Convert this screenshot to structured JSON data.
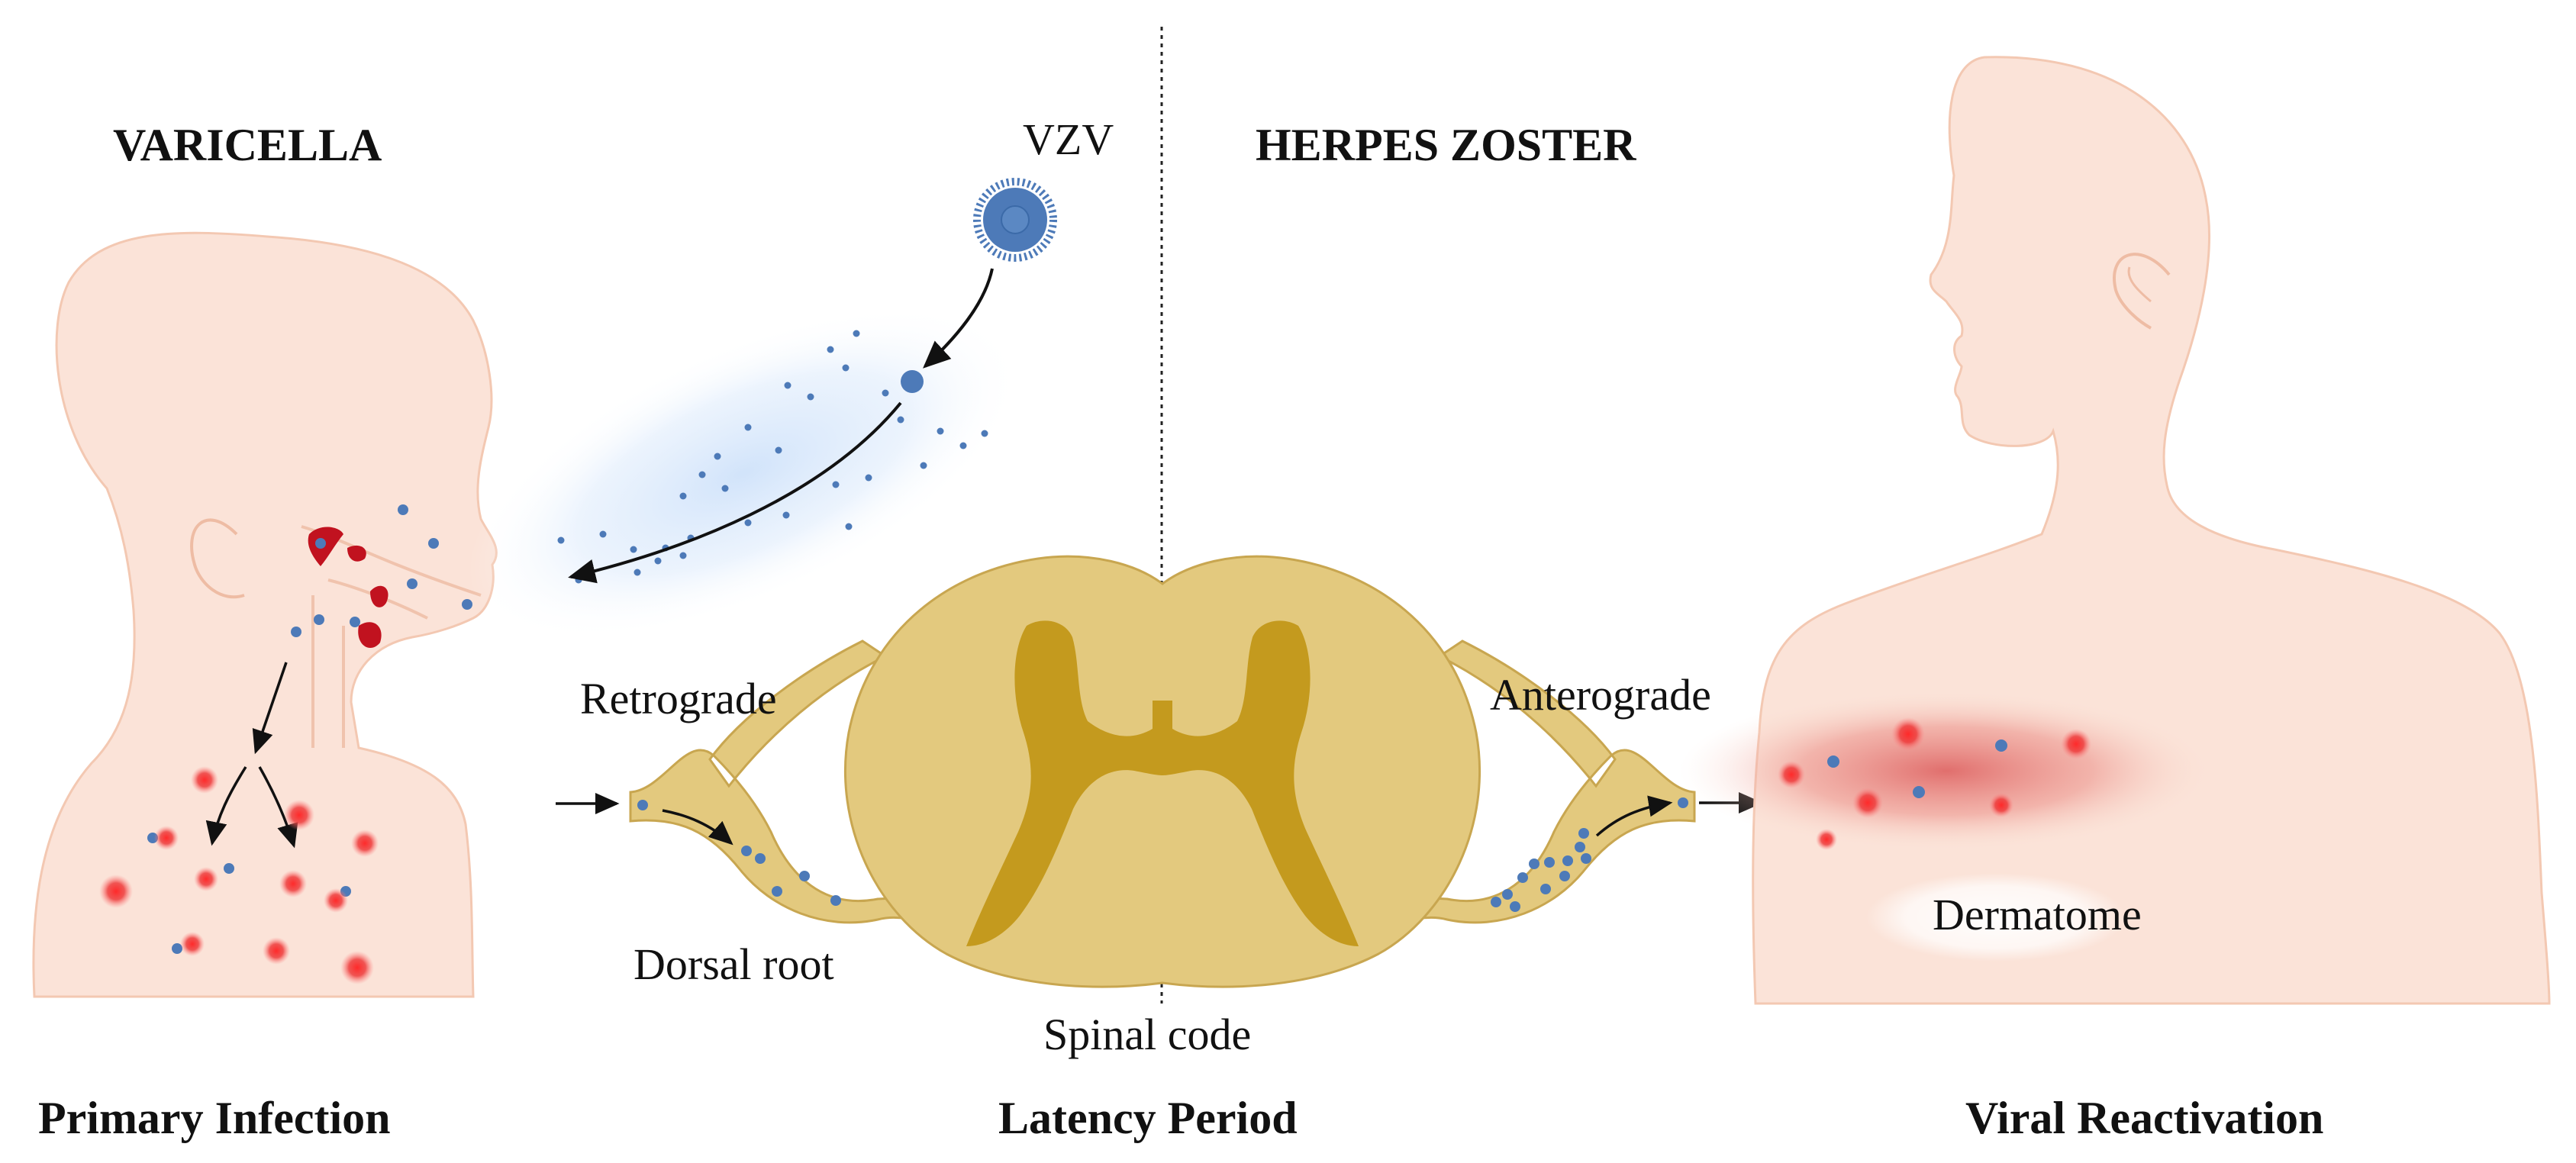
{
  "headings": {
    "left": "VARICELLA",
    "right": "HERPES ZOSTER",
    "virus": "VZV"
  },
  "labels": {
    "retrograde": "Retrograde",
    "anterograde": "Anterograde",
    "dorsal_root": "Dorsal root",
    "spinal": "Spinal code",
    "dermatome": "Dermatome"
  },
  "stages": {
    "primary": "Primary Infection",
    "latency": "Latency Period",
    "reactivation": "Viral Reactivation"
  },
  "colors": {
    "skin": "#fbe3d8",
    "skin_outline": "#f3c8b2",
    "virus": "#4d7ab8",
    "lesion": "#e8232a",
    "blood": "#c1121f",
    "spinal_white": "#e3c97e",
    "spinal_gray": "#c49a1e",
    "spinal_outline": "#c8a650",
    "aerosol": "#dbe9fb"
  }
}
